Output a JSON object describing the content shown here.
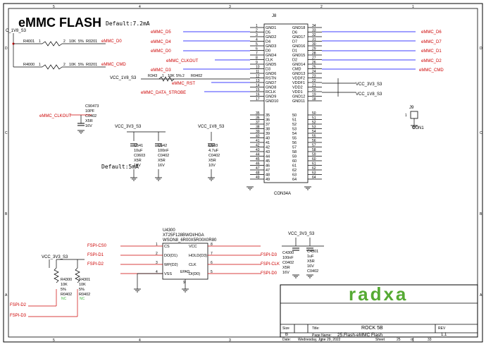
{
  "title": {
    "main": "eMMC FLASH",
    "default": "Default:7.2mA",
    "default2": "Default:5mA"
  },
  "colors": {
    "net": "#cc0000",
    "wire": "#0000ff",
    "line": "#000000",
    "comp": "#000000",
    "green": "#55aa33",
    "note": "#44bb44"
  },
  "frame": {
    "top_numbers": [
      "5",
      "4",
      "3",
      "2",
      "1"
    ],
    "side_letters": [
      "D",
      "C",
      "B",
      "A"
    ]
  },
  "j8": {
    "ref": "J8",
    "part": "CON34A",
    "top_pins": [
      {
        "ln": "1",
        "l": "GND1",
        "r": "GND18",
        "rn": "34"
      },
      {
        "ln": "2",
        "l": "D5",
        "r": "D6",
        "rn": "33"
      },
      {
        "ln": "3",
        "l": "GND2",
        "r": "GND17",
        "rn": "32"
      },
      {
        "ln": "4",
        "l": "D4",
        "r": "D7",
        "rn": "31"
      },
      {
        "ln": "5",
        "l": "GND3",
        "r": "GND16",
        "rn": "30"
      },
      {
        "ln": "6",
        "l": "D0",
        "r": "D1",
        "rn": "29"
      },
      {
        "ln": "7",
        "l": "GND4",
        "r": "GND15",
        "rn": "28"
      },
      {
        "ln": "8",
        "l": "CLK",
        "r": "D2",
        "rn": "27"
      },
      {
        "ln": "9",
        "l": "GND5",
        "r": "GND14",
        "rn": "26"
      },
      {
        "ln": "10",
        "l": "D3",
        "r": "CMD",
        "rn": "25"
      },
      {
        "ln": "11",
        "l": "GND6",
        "r": "GND13",
        "rn": "24"
      },
      {
        "ln": "12",
        "l": "RSTN",
        "r": "VDDF2",
        "rn": "23"
      },
      {
        "ln": "13",
        "l": "GND7",
        "r": "VDDF1",
        "rn": "22"
      },
      {
        "ln": "14",
        "l": "GND8",
        "r": "VDD2",
        "rn": "21"
      },
      {
        "ln": "15",
        "l": "RCLK",
        "r": "VDD1",
        "rn": "20"
      },
      {
        "ln": "16",
        "l": "GND9",
        "r": "GND12",
        "rn": "19"
      },
      {
        "ln": "17",
        "l": "GND10",
        "r": "GND11",
        "rn": "18"
      }
    ],
    "bottom_pins": [
      {
        "ln": "35",
        "l": "35",
        "r": "50",
        "rn": "50"
      },
      {
        "ln": "36",
        "l": "36",
        "r": "51",
        "rn": "51"
      },
      {
        "ln": "37",
        "l": "37",
        "r": "52",
        "rn": "52"
      },
      {
        "ln": "38",
        "l": "38",
        "r": "53",
        "rn": "53"
      },
      {
        "ln": "39",
        "l": "39",
        "r": "54",
        "rn": "54"
      },
      {
        "ln": "40",
        "l": "40",
        "r": "55",
        "rn": "55"
      },
      {
        "ln": "41",
        "l": "41",
        "r": "56",
        "rn": "56"
      },
      {
        "ln": "42",
        "l": "42",
        "r": "57",
        "rn": "57"
      },
      {
        "ln": "43",
        "l": "43",
        "r": "58",
        "rn": "58"
      },
      {
        "ln": "44",
        "l": "44",
        "r": "59",
        "rn": "59"
      },
      {
        "ln": "45",
        "l": "45",
        "r": "60",
        "rn": "60"
      },
      {
        "ln": "46",
        "l": "46",
        "r": "61",
        "rn": "61"
      },
      {
        "ln": "47",
        "l": "47",
        "r": "62",
        "rn": "62"
      },
      {
        "ln": "48",
        "l": "48",
        "r": "63",
        "rn": "63"
      },
      {
        "ln": "49",
        "l": "49",
        "r": "64",
        "rn": "64"
      }
    ]
  },
  "nets": {
    "emmc_d5": "eMMC_D5",
    "emmc_d4": "eMMC_D4",
    "emmc_d0": "eMMC_D0",
    "emmc_clkout": "eMMC_CLKOUT",
    "emmc_d3": "eMMC_D3",
    "emmc_rst": "eMMC_RST",
    "emmc_strobe": "eMMC_DATA_STROBE",
    "emmc_d6": "eMMC_D6",
    "emmc_d7": "eMMC_D7",
    "emmc_d1": "eMMC_D1",
    "emmc_d2": "eMMC_D2",
    "emmc_cmd": "eMMC_CMD",
    "fspi_cs0": "FSPI-CS0",
    "fspi_d1": "FSPI-D1",
    "fspi_d2": "FSPI-D2",
    "fspi_d3": "FSPI-D3",
    "fspi_clk": "FSPI-CLK",
    "fspi_d0": "FSPI-D0"
  },
  "power": {
    "c1v8": "C_1V8_S3",
    "vcc1v8": "VCC_1V8_S3",
    "vcc3v3": "VCC_3V3_S3"
  },
  "r4001": {
    "ref": "R4001",
    "p1": "1",
    "p2": "2",
    "val": "10K",
    "tol": "5%",
    "pkg": "R0201"
  },
  "r4000": {
    "ref": "R4000",
    "p1": "1",
    "p2": "2",
    "val": "10K",
    "tol": "5%",
    "pkg": "R0201"
  },
  "r343": {
    "ref": "R343",
    "p1": "1",
    "p2": "2",
    "val": "10K",
    "tol": "5%",
    "pkg": "R0402"
  },
  "c90473": {
    "ref": "C90473",
    "val": "10PF",
    "pkg": "C0402",
    "diel": "X5R",
    "volt": "16V"
  },
  "c541": {
    "ref": "C541",
    "val": "10uF",
    "pkg": "C0603",
    "diel": "X5R",
    "volt": "10V"
  },
  "c542": {
    "ref": "C542",
    "val": "100nF",
    "pkg": "C0402",
    "diel": "X5R",
    "volt": "16V"
  },
  "c543": {
    "ref": "C543",
    "val": "4.7uF",
    "pkg": "C0402",
    "diel": "X5R",
    "volt": "10V"
  },
  "j9": {
    "ref": "J9",
    "part": "CON1",
    "pin": "1"
  },
  "u4300": {
    "ref": "U4300",
    "part": "XT25F128BWOI/HGA",
    "pkg": "WSON8_6R00X5R00X0R80",
    "left": [
      {
        "n": "1",
        "name": "CS"
      },
      {
        "n": "2",
        "name": "DO(D1)"
      },
      {
        "n": "3",
        "name": "WP(D2)"
      },
      {
        "n": "4",
        "name": "VSS"
      }
    ],
    "right": [
      {
        "n": "8",
        "name": "VCC"
      },
      {
        "n": "7",
        "name": "HOLD(D3)"
      },
      {
        "n": "6",
        "name": "CLK"
      },
      {
        "n": "5",
        "name": "DI(D0)"
      }
    ],
    "epad": "EPAD",
    "epad_num": "9"
  },
  "c4300": {
    "ref": "C4300",
    "val": "100nF",
    "pkg": "C0402",
    "diel": "X5R",
    "volt": "16V"
  },
  "c4301": {
    "ref": "C4301",
    "val": "1uF",
    "diel": "X5R",
    "volt": "16V",
    "pkg": "C0402"
  },
  "r4300": {
    "ref": "R4300",
    "val": "10K",
    "tol": "5%",
    "pkg": "R0402",
    "note": "NC"
  },
  "r4301": {
    "ref": "R4301",
    "val": "10K",
    "tol": "5%",
    "pkg": "R0402",
    "note": "NC"
  },
  "title_block": {
    "logo": "radxa",
    "size_label": "Size",
    "size_val": "B",
    "title_label": "Title:",
    "title_val": "ROCK 5B",
    "rev_label": "REV",
    "rev_val": "1.1",
    "page_label": "Page Name:",
    "page_val": "25.Flash-eMMC Flash",
    "date_label": "Date:",
    "date_val": "Wednesday, June 29, 2022",
    "sheet_label": "Sheet",
    "sheet_val": "25",
    "of_label": "of",
    "of_val": "33"
  }
}
